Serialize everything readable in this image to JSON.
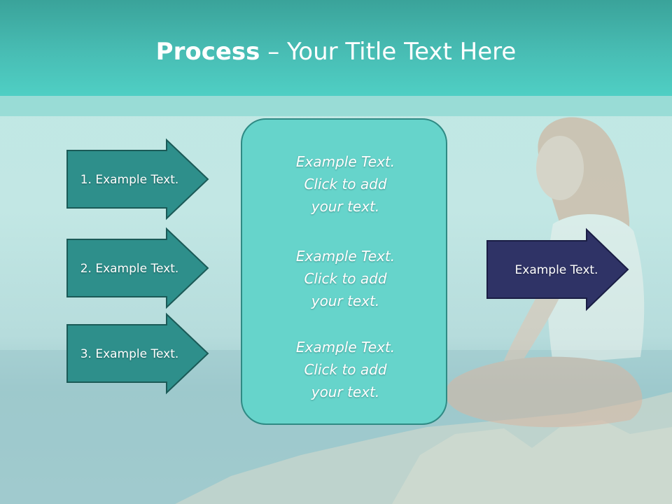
{
  "title": {
    "bold": "Process",
    "separator": " – ",
    "rest": "Your Title Text Here"
  },
  "left_arrows": [
    {
      "label": "1. Example Text."
    },
    {
      "label": "2. Example Text."
    },
    {
      "label": "3. Example Text."
    }
  ],
  "center_box": {
    "items": [
      "Example Text.\nClick  to add\nyour text.",
      "Example Text.\nClick  to add\nyour text.",
      "Example Text.\nClick  to add\nyour text."
    ]
  },
  "right_arrow": {
    "label": "Example Text."
  },
  "colors": {
    "title_bar": "#48bdb4",
    "left_arrow_fill": "#2e8f8b",
    "left_arrow_stroke": "#1b5a57",
    "center_fill": "#66d4cb",
    "right_arrow_fill": "#2f3366",
    "right_arrow_stroke": "#1a1d44"
  }
}
